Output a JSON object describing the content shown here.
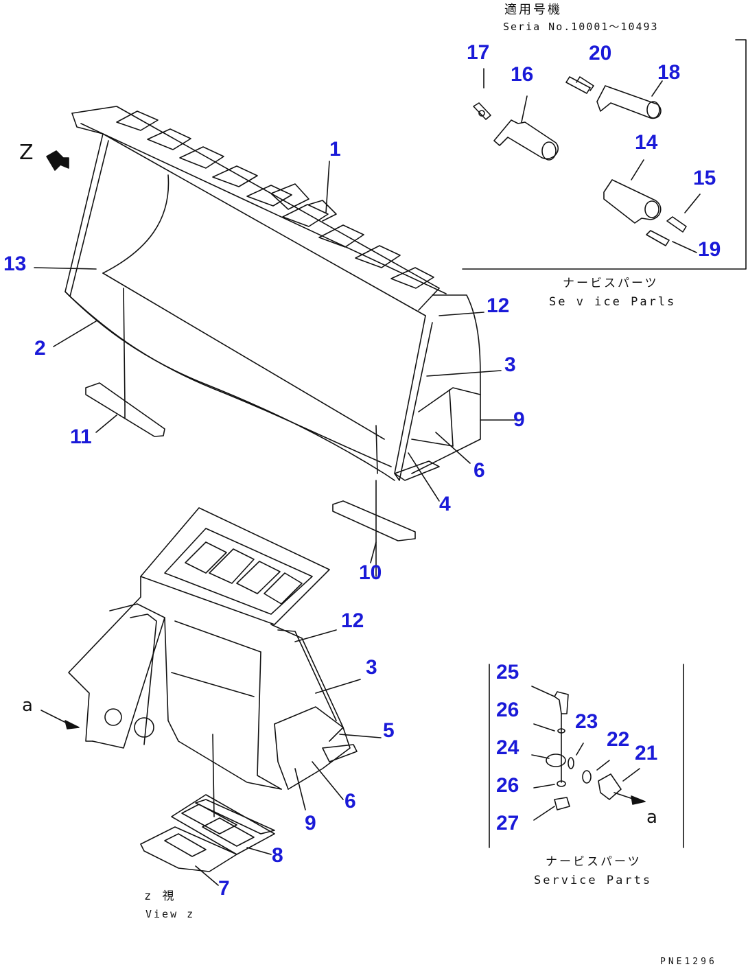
{
  "header": {
    "applicable_title": "適用号機",
    "serial_range": "Seria  No.10001〜10493"
  },
  "labels": {
    "view_letter": "Z",
    "arrow_a_left": "a",
    "arrow_a_right": "a",
    "view_z_jp": "z  視",
    "view_z_en": "View z",
    "service_parts_jp_1": "ナービスパーツ",
    "service_parts_en_1": "Se v ice Parls",
    "service_parts_jp_2": "ナービスパーツ",
    "service_parts_en_2": "Service Parts",
    "drawing_code": "PNE1296"
  },
  "callouts": {
    "c1": "1",
    "c2": "2",
    "c3a": "3",
    "c3b": "3",
    "c4": "4",
    "c5": "5",
    "c6a": "6",
    "c6b": "6",
    "c7": "7",
    "c8": "8",
    "c9a": "9",
    "c9b": "9",
    "c10": "10",
    "c11": "11",
    "c12a": "12",
    "c12b": "12",
    "c13": "13",
    "c14": "14",
    "c15": "15",
    "c16": "16",
    "c17": "17",
    "c18": "18",
    "c19": "19",
    "c20": "20",
    "c21": "21",
    "c22": "22",
    "c23": "23",
    "c24": "24",
    "c25": "25",
    "c26a": "26",
    "c26b": "26",
    "c27": "27"
  },
  "colors": {
    "callout": "#1a1ad8",
    "line": "#111111"
  }
}
